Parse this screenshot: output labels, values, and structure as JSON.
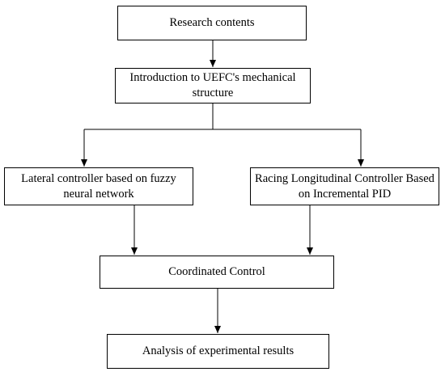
{
  "diagram": {
    "nodes": {
      "research_contents": "Research contents",
      "intro_mechanical": "Introduction to UEFC's mechanical structure",
      "lateral_controller": "Lateral controller based on fuzzy neural network",
      "longitudinal_controller": "Racing Longitudinal Controller Based on Incremental PID",
      "coordinated_control": "Coordinated Control",
      "analysis_results": "Analysis of experimental results"
    },
    "edges": [
      {
        "from": "research_contents",
        "to": "intro_mechanical"
      },
      {
        "from": "intro_mechanical",
        "to": "lateral_controller"
      },
      {
        "from": "intro_mechanical",
        "to": "longitudinal_controller"
      },
      {
        "from": "lateral_controller",
        "to": "coordinated_control"
      },
      {
        "from": "longitudinal_controller",
        "to": "coordinated_control"
      },
      {
        "from": "coordinated_control",
        "to": "analysis_results"
      }
    ],
    "colors": {
      "stroke": "#000000",
      "fill": "#ffffff"
    }
  }
}
